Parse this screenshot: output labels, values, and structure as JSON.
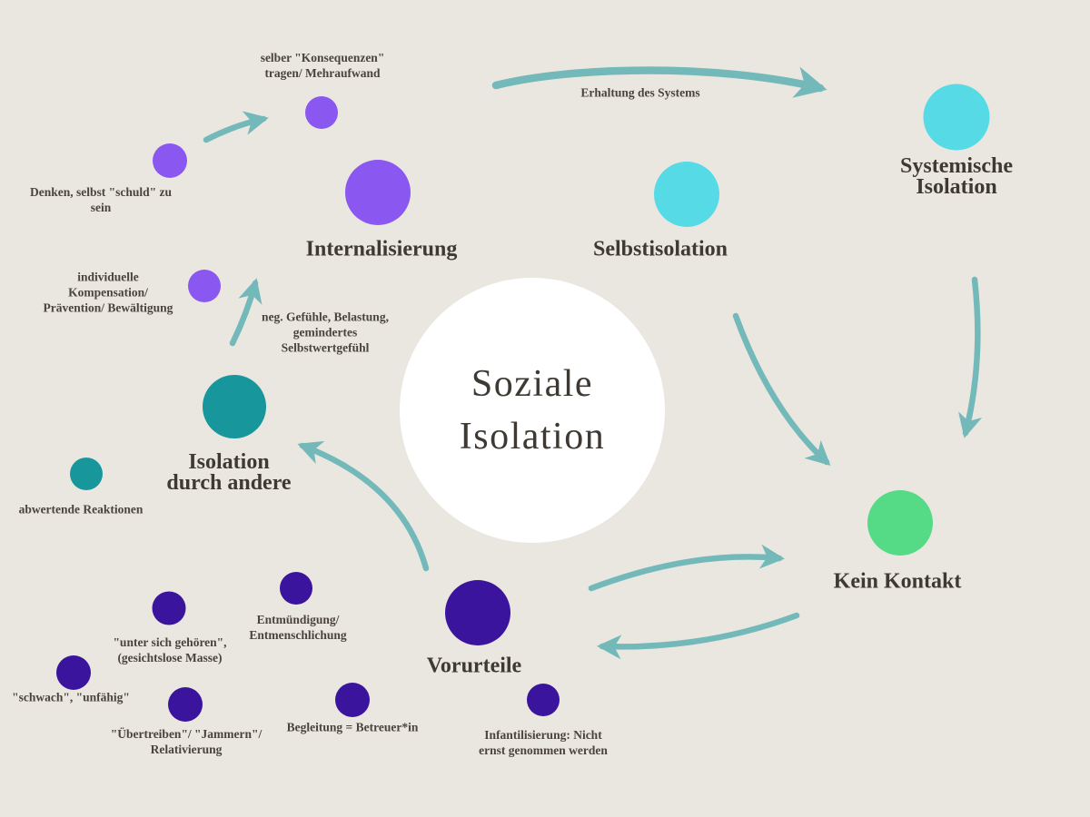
{
  "palette": {
    "background": "#eae7e0",
    "arrow": "#74b9ba",
    "heading_text": "#3e3a33",
    "label_text": "#4a443c",
    "node_purple": "#8a57f0",
    "node_indigo": "#3a149c",
    "node_teal": "#17969b",
    "node_cyan": "#55dae6",
    "node_green": "#55da86",
    "center_circle": "#ffffff"
  },
  "center": {
    "title": "Soziale\nIsolation"
  },
  "headings": {
    "internalisierung": "Internalisierung",
    "selbstisolation": "Selbstisolation",
    "systemische_isolation": "Systemische\nIsolation",
    "isolation_durch_andere": "Isolation\ndurch andere",
    "vorurteile": "Vorurteile",
    "kein_kontakt": "Kein Kontakt"
  },
  "labels": {
    "selber_konsequenzen": "selber \"Konsequenzen\"\ntragen/ Mehraufwand",
    "denken_schuld": "Denken, selbst \"schuld\" zu\nsein",
    "individuelle_kompensation": "individuelle\nKompensation/\nPrävention/ Bewältigung",
    "neg_gefuehle": "neg. Gefühle, Belastung,\ngemindertes\nSelbstwertgefühl",
    "abwertende_reaktionen": "abwertende Reaktionen",
    "unter_sich_gehoeren": "\"unter sich gehören\",\n(gesichtslose Masse)",
    "schwach_unfaehig": "\"schwach\", \"unfähig\"",
    "uebertreiben_jammern": "\"Übertreiben\"/ \"Jammern\"/\nRelativierung",
    "begleitung_betreuer": "Begleitung = Betreuer*in",
    "entmuendigung": "Entmündigung/\nEntmenschlichung",
    "infantilisierung": "Infantilisierung: Nicht\nernst genommen werden",
    "erhaltung_des_systems": "Erhaltung des Systems"
  }
}
